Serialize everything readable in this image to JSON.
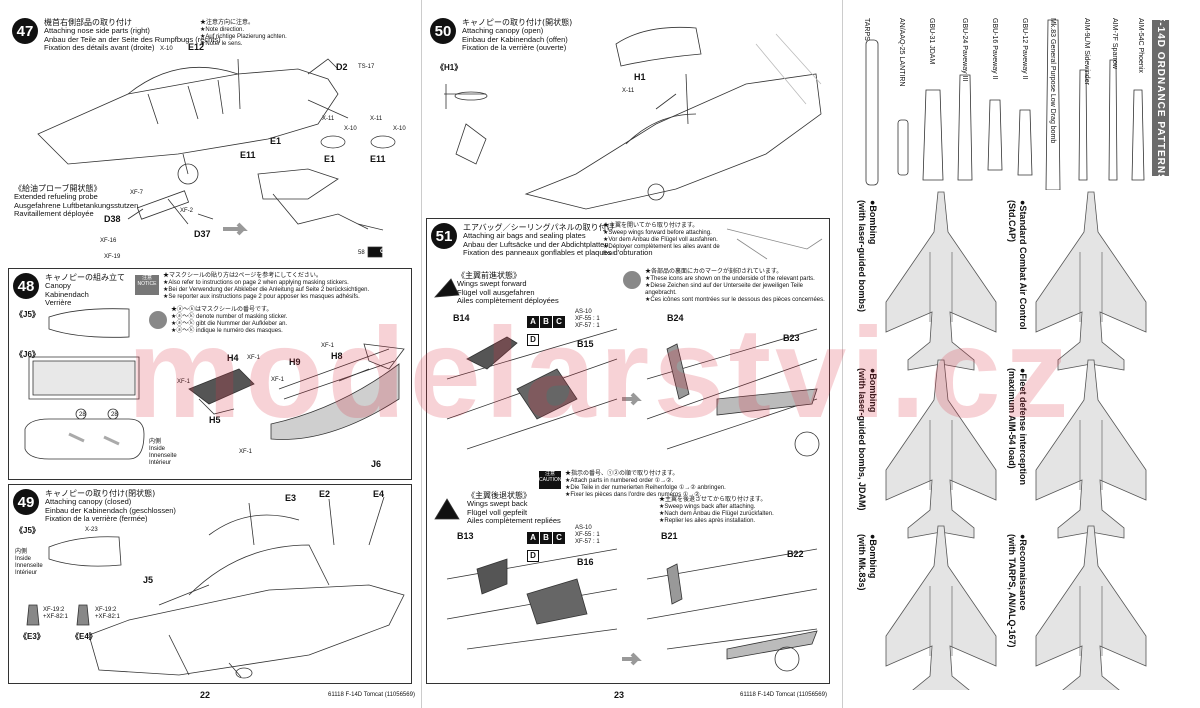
{
  "watermark": "modelarstvi.cz",
  "page22": {
    "number": "22",
    "footer": "61118 F-14D Tomcat (11056569)",
    "step47": {
      "num": "47",
      "title_jp": "機首右側部品の取り付け",
      "title_en": "Attaching nose side parts (right)",
      "title_de": "Anbau der Teile an der Seite des Rumpfbugs (rechts)",
      "title_fr": "Fixation des détails avant (droite)",
      "note": [
        "★注意方向に注意。",
        "★Note direction.",
        "★Auf richtige Plazierung achten.",
        "★Noter le sens."
      ],
      "labels": {
        "e12": "E12",
        "x10a": "X-10",
        "d2": "D2",
        "ts17": "TS-17",
        "e1": "E1",
        "e11": "E11",
        "x11a": "X-11",
        "x10b": "X-10",
        "x11b": "X-11",
        "x10c": "X-10",
        "e1c": "E1",
        "e11c": "E11"
      },
      "sub_jp": "《給油プローブ開状態》",
      "sub_en": "Extended refueling probe",
      "sub_de": "Ausgefahrene Luftbetankungsstutzen",
      "sub_fr": "Ravitaillement déployée",
      "sub_labels": {
        "xf7": "XF-7",
        "xf2": "XF-2",
        "d38": "D38",
        "d37": "D37",
        "xf16": "XF-16",
        "xf19": "XF-19",
        "c": "C",
        "n58": "58"
      }
    },
    "step48": {
      "num": "48",
      "title_jp": "キャノピーの組み立て",
      "title_en": "Canopy",
      "title_de": "Kabinendach",
      "title_fr": "Verrière",
      "notice_badge": "注意 NOTICE",
      "notice": [
        "★マスクシールの貼り方は2ページを参考にしてください。",
        "★Also refer to instructions on page 2 when applying masking stickers.",
        "★Bei der Verwendung der Abkleber die Anleitung auf Seite 2 berücksichtigen.",
        "★Se reporter aux instructions page 2 pour apposer les masques adhésifs."
      ],
      "mask_note": [
        "★ⓐ〜ⓚはマスクシールの番号です。",
        "★ⓐ〜ⓚ denote number of masking sticker.",
        "★ⓐ〜ⓚ gibt die Nummer der Aufkleber an.",
        "★ⓐ〜ⓚ indique le numéro des masques."
      ],
      "labels": {
        "j5": "《J5》",
        "j6": "《J6》",
        "h4": "H4",
        "xf1a": "XF-1",
        "h5": "H5",
        "h9": "H9",
        "h8": "H8",
        "xf1b": "XF-1",
        "xf1c": "XF-1",
        "xf1d": "XF-1",
        "j6b": "J6",
        "xf1e": "XF-1",
        "n28a": "28",
        "n28b": "28"
      },
      "inside": [
        "内側",
        "Inside",
        "Innenseite",
        "Intérieur"
      ]
    },
    "step49": {
      "num": "49",
      "title_jp": "キャノピーの取り付け(閉状態)",
      "title_en": "Attaching canopy (closed)",
      "title_de": "Einbau der Kabinendach (geschlossen)",
      "title_fr": "Fixation de la verrière (fermée)",
      "labels": {
        "j5": "《J5》",
        "x23": "X-23",
        "j5b": "J5",
        "e3": "E3",
        "e2": "E2",
        "e4": "E4",
        "xf19a": "XF-19:2",
        "xf82a": "+XF-82:1",
        "xf19b": "XF-19:2",
        "xf82b": "+XF-82:1",
        "e3b": "《E3》",
        "e4b": "《E4》"
      },
      "inside": [
        "内側",
        "Inside",
        "Innenseite",
        "Intérieur"
      ]
    }
  },
  "page23": {
    "number": "23",
    "footer": "61118 F-14D Tomcat (11056569)",
    "step50": {
      "num": "50",
      "title_jp": "キャノピーの取り付け(開状態)",
      "title_en": "Attaching canopy (open)",
      "title_de": "Einbau der Kabinendach (offen)",
      "title_fr": "Fixation de la verrière (ouverte)",
      "labels": {
        "h1": "《H1》",
        "h1b": "H1",
        "x11": "X-11"
      }
    },
    "step51": {
      "num": "51",
      "title_jp": "エアバッグ／シーリングパネルの取り付け",
      "title_en": "Attaching air bags and sealing plates",
      "title_de": "Anbau der Luftsäcke und der Abdichtplatten",
      "title_fr": "Fixation des panneaux gonflables et plaques d'obturation",
      "note_top": [
        "★主翼を開いてから取り付けます。",
        "★Sweep wings forward before attaching.",
        "★Vor dem Anbau die Flügel voll ausfahren.",
        "★Déployer complètement les ailes avant de fixer."
      ],
      "note_under": [
        "★各部品の裏面にカのマークが刻印されています。",
        "★These icons are shown on the underside of the relevant parts.",
        "★Diese Zeichen sind auf der Unterseite der jeweiligen Teile angebracht.",
        "★Ces icônes sont montrées sur le dessous des pièces concernées."
      ],
      "fwd_jp": "《主翼前進状態》",
      "fwd_en": "Wings swept forward",
      "fwd_de": "Flügel voll ausgefahren",
      "fwd_fr": "Ailes complètement déployées",
      "code_a": "A",
      "code_b": "B",
      "code_c": "C",
      "code_d": "D",
      "paint_fwd": [
        "AS-10",
        "XF-55 : 1",
        "XF-57 : 1"
      ],
      "labels_fwd": {
        "b14": "B14",
        "b15": "B15",
        "b24": "B24",
        "b23": "B23"
      },
      "caution_badge": "注意 CAUTION",
      "caution": [
        "★指示の番号、①②の順で取り付けます。",
        "★Attach parts in numbered order ①→②.",
        "★Die Teile in der numerierten Reihenfolge ①→② anbringen.",
        "★Fixer les pièces dans l'ordre des numéros ①→②."
      ],
      "back_jp": "《主翼後退状態》",
      "back_en": "Wings swept back",
      "back_de": "Flügel voll gepfeilt",
      "back_fr": "Ailes complètement repliées",
      "paint_back": [
        "AS-10",
        "XF-55 : 1",
        "XF-57 : 1"
      ],
      "note_back": [
        "★主翼を後退させてから取り付けます。",
        "★Sweep wings back after attaching.",
        "★Nach dem Anbau die Flügel zurückfalten.",
        "★Replier les ailes après installation."
      ],
      "labels_back": {
        "b13": "B13",
        "b16": "B16",
        "b21": "B21",
        "b22": "B22"
      }
    }
  },
  "ordnance": {
    "title": "F-14D ORDNANCE PATTERNS",
    "weapons": [
      "AIM-54C Phoenix",
      "AIM-7F Sparrow",
      "AIM-9L/M Sidewinder",
      "Mk.83 General Purpose Low Drag bomb",
      "GBU-12 Paveway II",
      "GBU-16 Paveway II",
      "GBU-24 Paveway III",
      "GBU-31 JDAM",
      "AN/AAQ-25 LANTIRN",
      "TARPS"
    ],
    "patterns": [
      {
        "title": "●Standard Combat Air Control",
        "sub": "(Std.CAP)"
      },
      {
        "title": "●Bombing",
        "sub": "(with laser-guided bombs)"
      },
      {
        "title": "●Fleet defense interception",
        "sub": "(maximum AIM-54 load)"
      },
      {
        "title": "●Bombing",
        "sub": "(with laser-guided bombs, JDAM)"
      },
      {
        "title": "●Reconnaissance",
        "sub": "(with TARPS, AN/ALQ-167)"
      },
      {
        "title": "●Bombing",
        "sub": "(with Mk.83s)"
      }
    ]
  }
}
